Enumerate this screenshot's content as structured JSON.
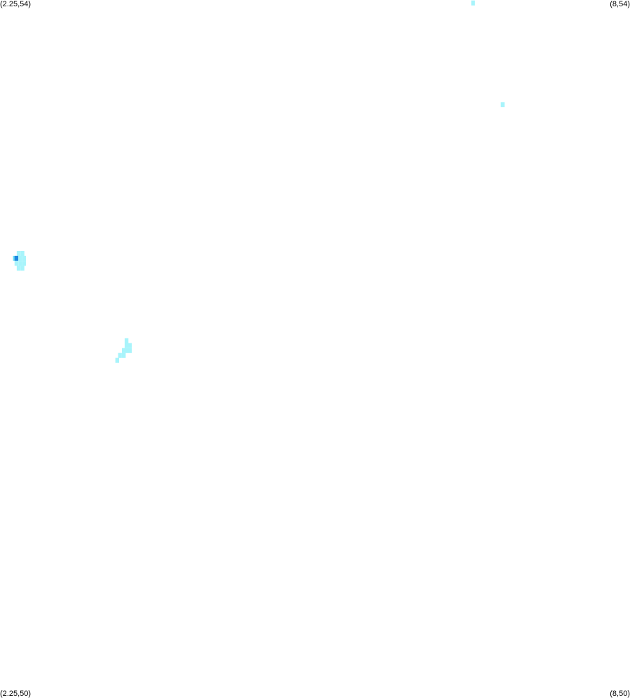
{
  "corners": {
    "top_left": "(2.25,54)",
    "top_right": "(8,54)",
    "bottom_left": "(2.25,50)",
    "bottom_right": "(8,50)"
  },
  "extent": {
    "lon_min": 2.25,
    "lon_max": 8,
    "lat_min": 50,
    "lat_max": 54
  },
  "colors": {
    "background": "#ffffff",
    "light": "#a8f4fb",
    "medium": "#6edcf5",
    "dark": "#1e88e0"
  },
  "cell_size_deg": {
    "lon": 0.0345,
    "lat": 0.0285
  },
  "cells": [
    {
      "lon": 6.568,
      "lat": 53.983,
      "level": "light"
    },
    {
      "lon": 6.838,
      "lat": 53.4,
      "level": "light"
    },
    {
      "lon": 2.42,
      "lat": 52.548,
      "level": "light"
    },
    {
      "lon": 2.455,
      "lat": 52.548,
      "level": "light"
    },
    {
      "lon": 2.386,
      "lat": 52.52,
      "level": "medium"
    },
    {
      "lon": 2.4,
      "lat": 52.52,
      "level": "dark"
    },
    {
      "lon": 2.435,
      "lat": 52.52,
      "level": "light"
    },
    {
      "lon": 2.47,
      "lat": 52.52,
      "level": "light"
    },
    {
      "lon": 2.4,
      "lat": 52.491,
      "level": "light"
    },
    {
      "lon": 2.435,
      "lat": 52.491,
      "level": "light"
    },
    {
      "lon": 2.47,
      "lat": 52.491,
      "level": "light"
    },
    {
      "lon": 2.42,
      "lat": 52.463,
      "level": "light"
    },
    {
      "lon": 2.455,
      "lat": 52.463,
      "level": "light"
    },
    {
      "lon": 3.405,
      "lat": 52.048,
      "level": "light"
    },
    {
      "lon": 3.405,
      "lat": 52.02,
      "level": "light"
    },
    {
      "lon": 3.435,
      "lat": 52.02,
      "level": "light"
    },
    {
      "lon": 3.38,
      "lat": 51.991,
      "level": "light"
    },
    {
      "lon": 3.405,
      "lat": 51.991,
      "level": "light"
    },
    {
      "lon": 3.435,
      "lat": 51.991,
      "level": "light"
    },
    {
      "lon": 3.345,
      "lat": 51.963,
      "level": "light"
    },
    {
      "lon": 3.38,
      "lat": 51.963,
      "level": "light"
    },
    {
      "lon": 3.32,
      "lat": 51.935,
      "level": "light"
    }
  ]
}
